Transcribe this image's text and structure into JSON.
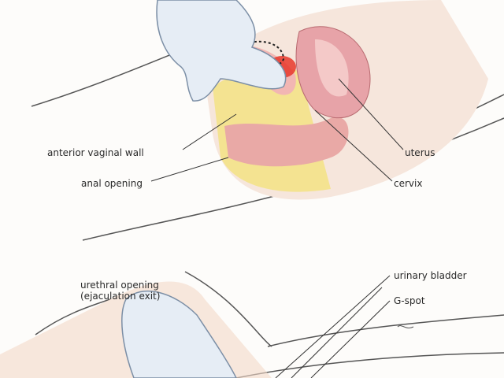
{
  "labels": {
    "anterior_vaginal_wall": "anterior vaginal wall",
    "anal_opening": "anal opening",
    "uterus": "uterus",
    "cervix": "cervix",
    "urethral_opening": "urethral opening",
    "ejaculation_exit": "(ejaculation exit)",
    "urinary_bladder": "urinary bladder",
    "g_spot": "G-spot"
  },
  "colors": {
    "skin": "#f6e6dc",
    "tissue_pink": "#eab1ae",
    "uterus_pink": "#e7a3a8",
    "fat_yellow": "#f4e27e",
    "gspot_red": "#e8372a",
    "glove": "#e6edf5",
    "line": "#333333"
  }
}
